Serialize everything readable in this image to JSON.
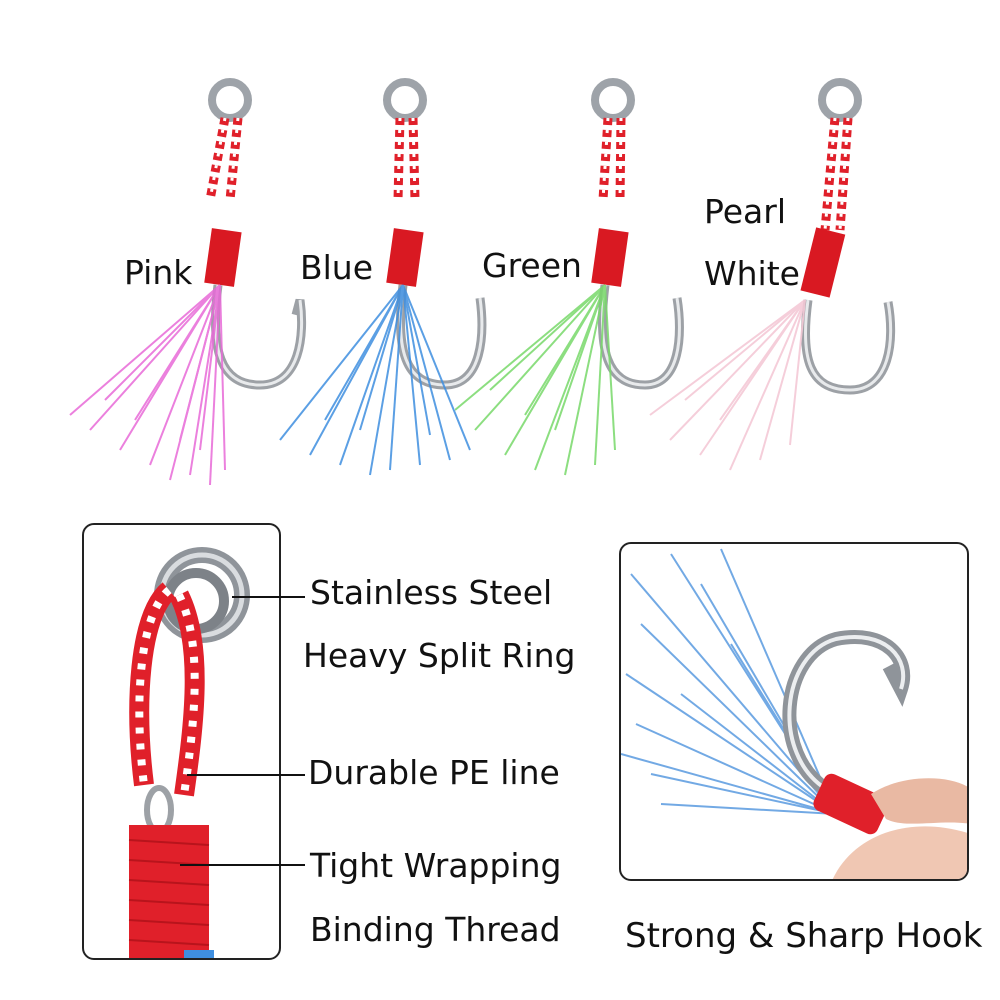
{
  "variants": [
    {
      "label": "Pink",
      "color": "#e86ad8"
    },
    {
      "label": "Blue",
      "color": "#3f8fe0"
    },
    {
      "label": "Green",
      "color": "#78d96a"
    },
    {
      "label_line1": "Pearl",
      "label_line2": "White",
      "color": "#f4c9d6"
    }
  ],
  "features": {
    "ring_line1": "Stainless Steel",
    "ring_line2": "Heavy Split Ring",
    "pe_line": "Durable PE line",
    "wrap_line1": "Tight Wrapping",
    "wrap_line2": "Binding Thread"
  },
  "closeup_caption": "Strong & Sharp Hook",
  "colors": {
    "thread_red": "#e0202a",
    "steel": "#b8bcc2",
    "frame_border": "#222222"
  }
}
